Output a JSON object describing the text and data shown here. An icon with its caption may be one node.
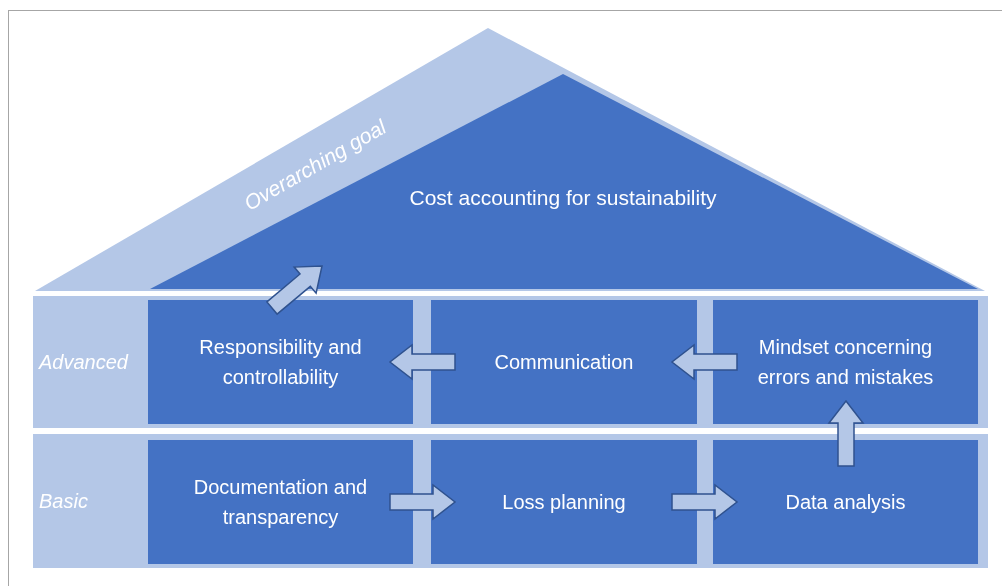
{
  "diagram": {
    "nodes": [
      {
        "text": [
          "Overarching goal"
        ]
      },
      {
        "text": [
          "Cost accounting for sustainability"
        ],
        "in": 0
      },
      {
        "text": [
          "Advanced"
        ]
      },
      {
        "text": [
          "Responsibility and controllability"
        ],
        "in": 2
      },
      {
        "text": [
          "Communication"
        ],
        "in": 2
      },
      {
        "text": [
          "Mindset concerning errors and mistakes"
        ],
        "in": 2
      },
      {
        "text": [
          "Basic"
        ]
      },
      {
        "text": [
          "Documentation and transparency"
        ],
        "in": 6
      },
      {
        "text": [
          "Loss planning"
        ],
        "in": 6
      },
      {
        "text": [
          "Data analysis"
        ],
        "in": 6
      }
    ],
    "edges": [
      {
        "from": 7,
        "to": 8,
        "arrow": "to"
      },
      {
        "from": 8,
        "to": 9,
        "arrow": "to"
      },
      {
        "from": 9,
        "to": 5,
        "arrow": "to"
      },
      {
        "from": 5,
        "to": 4,
        "arrow": "to"
      },
      {
        "from": 4,
        "to": 3,
        "arrow": "to"
      },
      {
        "from": 3,
        "to": 1,
        "arrow": "to"
      }
    ]
  }
}
